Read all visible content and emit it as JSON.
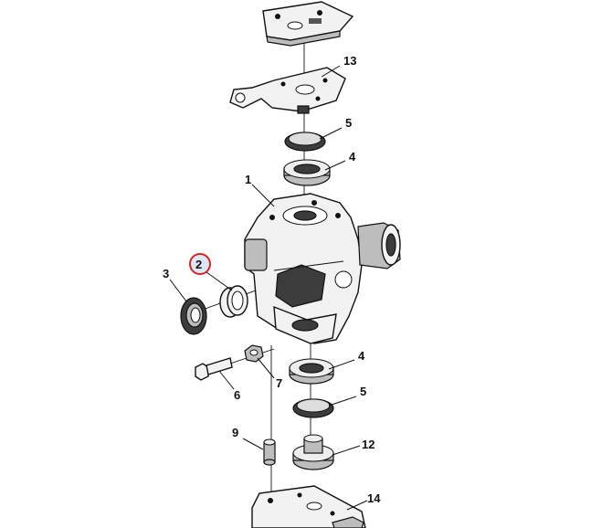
{
  "callouts": {
    "c1": "1",
    "c2": "2",
    "c3": "3",
    "c4_top": "4",
    "c4_bottom": "4",
    "c5_top": "5",
    "c5_bottom": "5",
    "c6": "6",
    "c7": "7",
    "c9": "9",
    "c12": "12",
    "c13": "13",
    "c14": "14"
  },
  "highlight": {
    "color": "#d0261f",
    "callout": "2"
  }
}
